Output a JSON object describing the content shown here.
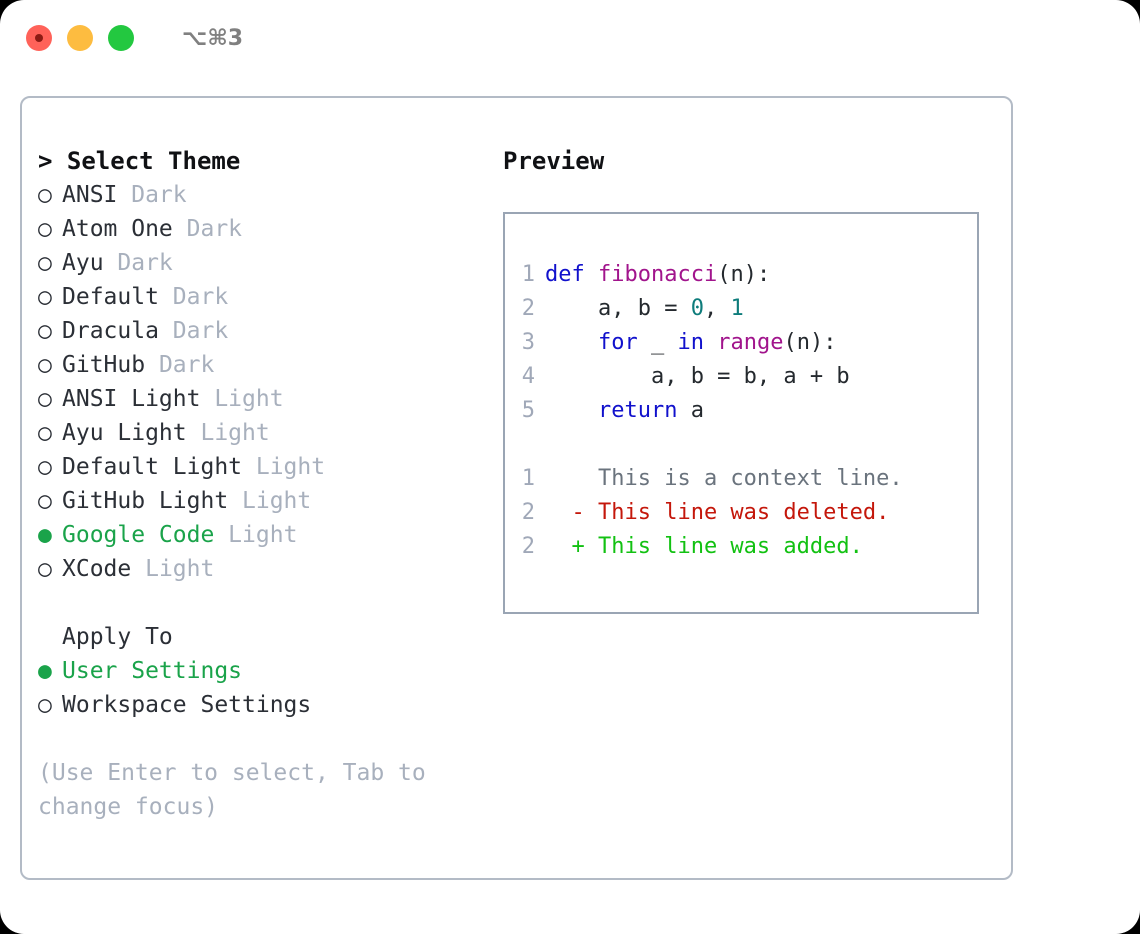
{
  "window": {
    "shortcut": "⌥⌘3",
    "traffic_lights": [
      {
        "name": "close",
        "color": "#ff6259"
      },
      {
        "name": "minimize",
        "color": "#fdbc40"
      },
      {
        "name": "maximize",
        "color": "#23c840"
      }
    ]
  },
  "theme_panel": {
    "header": "> Select Theme",
    "bullet_selected": "●",
    "bullet_unselected": "○",
    "themes": [
      {
        "name": "ANSI",
        "kind": "Dark",
        "selected": false
      },
      {
        "name": "Atom One",
        "kind": "Dark",
        "selected": false
      },
      {
        "name": "Ayu",
        "kind": "Dark",
        "selected": false
      },
      {
        "name": "Default",
        "kind": "Dark",
        "selected": false
      },
      {
        "name": "Dracula",
        "kind": "Dark",
        "selected": false
      },
      {
        "name": "GitHub",
        "kind": "Dark",
        "selected": false
      },
      {
        "name": "ANSI Light",
        "kind": "Light",
        "selected": false
      },
      {
        "name": "Ayu Light",
        "kind": "Light",
        "selected": false
      },
      {
        "name": "Default Light",
        "kind": "Light",
        "selected": false
      },
      {
        "name": "GitHub Light",
        "kind": "Light",
        "selected": false
      },
      {
        "name": "Google Code",
        "kind": "Light",
        "selected": true
      },
      {
        "name": "XCode",
        "kind": "Light",
        "selected": false
      }
    ],
    "apply_to": {
      "header": "Apply To",
      "options": [
        {
          "label": "User Settings",
          "selected": true
        },
        {
          "label": "Workspace Settings",
          "selected": false
        }
      ]
    },
    "hint": "(Use Enter to select, Tab to change focus)"
  },
  "preview": {
    "title": "Preview",
    "code_lines": [
      {
        "num": "1",
        "tokens": [
          {
            "t": "def ",
            "c": "kw"
          },
          {
            "t": "fibonacci",
            "c": "fn"
          },
          {
            "t": "(n):",
            "c": "plain"
          }
        ]
      },
      {
        "num": "2",
        "tokens": [
          {
            "t": "    a, b = ",
            "c": "plain"
          },
          {
            "t": "0",
            "c": "num"
          },
          {
            "t": ", ",
            "c": "plain"
          },
          {
            "t": "1",
            "c": "num"
          }
        ]
      },
      {
        "num": "3",
        "tokens": [
          {
            "t": "    ",
            "c": "plain"
          },
          {
            "t": "for",
            "c": "kw"
          },
          {
            "t": " _ ",
            "c": "plain"
          },
          {
            "t": "in",
            "c": "kw"
          },
          {
            "t": " ",
            "c": "plain"
          },
          {
            "t": "range",
            "c": "fn"
          },
          {
            "t": "(n):",
            "c": "plain"
          }
        ]
      },
      {
        "num": "4",
        "tokens": [
          {
            "t": "        a, b = b, a + b",
            "c": "plain"
          }
        ]
      },
      {
        "num": "5",
        "tokens": [
          {
            "t": "    ",
            "c": "plain"
          },
          {
            "t": "return",
            "c": "kw"
          },
          {
            "t": " a",
            "c": "plain"
          }
        ]
      }
    ],
    "diff_lines": [
      {
        "num": "1",
        "marker": "  ",
        "text": "This is a context line.",
        "kind": "ctx"
      },
      {
        "num": "2",
        "marker": "- ",
        "text": "This line was deleted.",
        "kind": "del"
      },
      {
        "num": "2",
        "marker": "+ ",
        "text": "This line was added.",
        "kind": "add"
      }
    ]
  },
  "colors": {
    "selected_green": "#1aa34a",
    "diff_added": "#12c112",
    "diff_deleted": "#c4170b",
    "muted": "#a8b0bd",
    "keyword": "#1111cc",
    "function": "#a1148c",
    "number": "#0e7c7b"
  }
}
